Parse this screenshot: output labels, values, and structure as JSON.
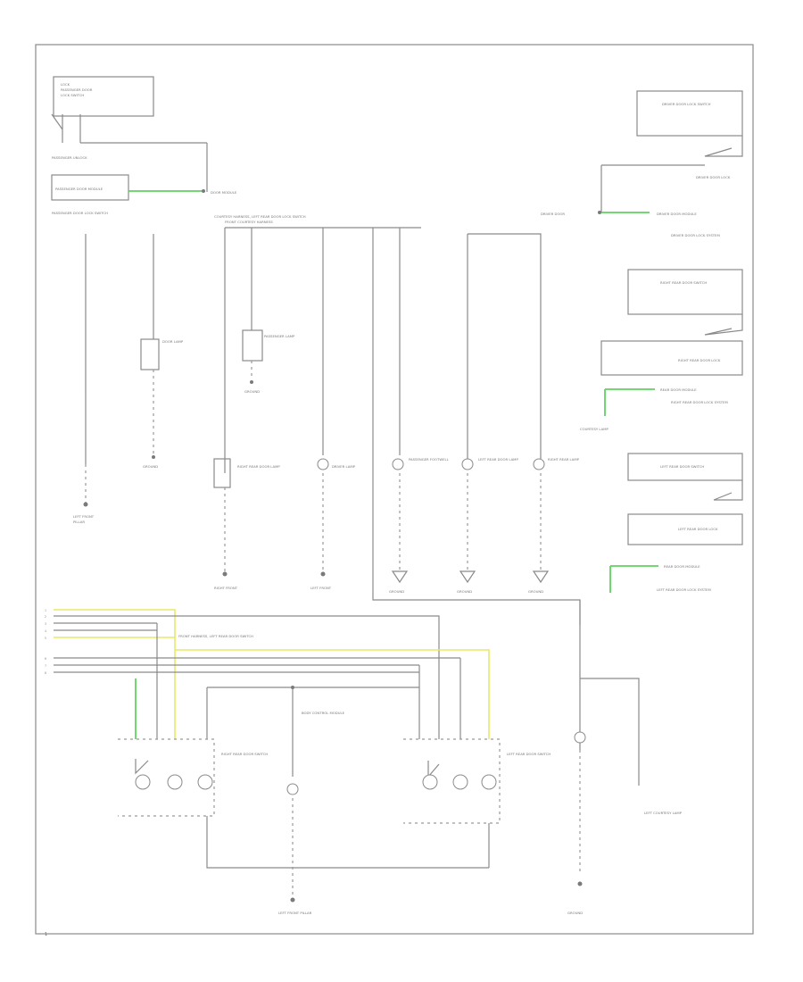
{
  "diagram": {
    "labels": {
      "passenger_door_lock": "PASSENGER DOOR LOCK SWITCH",
      "passenger_unlock": "PASSENGER UNLOCK",
      "door_module": "DOOR MODULE",
      "driver_door_module": "DRIVER DOOR MODULE",
      "rear_door_modules": "REAR DOOR MODULE",
      "header": "COURTESY HARNESS, LEFT REAR DOOR LOCK SWITCH",
      "left_door_lamp": "LEFT REAR DOOR LAMP",
      "right_door_lamp": "RIGHT REAR DOOR LAMP",
      "body_control": "BODY CONTROL MODULE",
      "left_front_pillar": "LEFT FRONT PILLAR",
      "g_ground": "GROUND",
      "page_no": "1"
    },
    "pin_labels": [
      "1",
      "2",
      "3",
      "4",
      "5",
      "6",
      "7",
      "8"
    ]
  }
}
